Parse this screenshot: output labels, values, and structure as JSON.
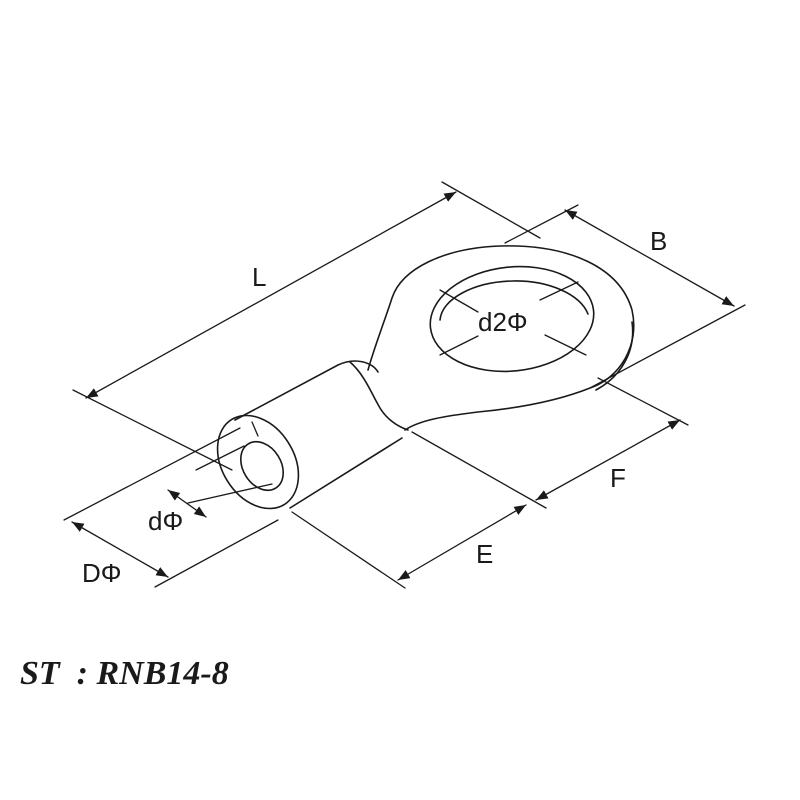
{
  "diagram": {
    "dimensions": {
      "L": "L",
      "B": "B",
      "d2": "d2Φ",
      "d": "dΦ",
      "D": "DΦ",
      "E": "E",
      "F": "F"
    }
  },
  "caption": "ST  : RNB14-8",
  "colors": {
    "line": "#1a1a1a",
    "background": "#ffffff"
  }
}
